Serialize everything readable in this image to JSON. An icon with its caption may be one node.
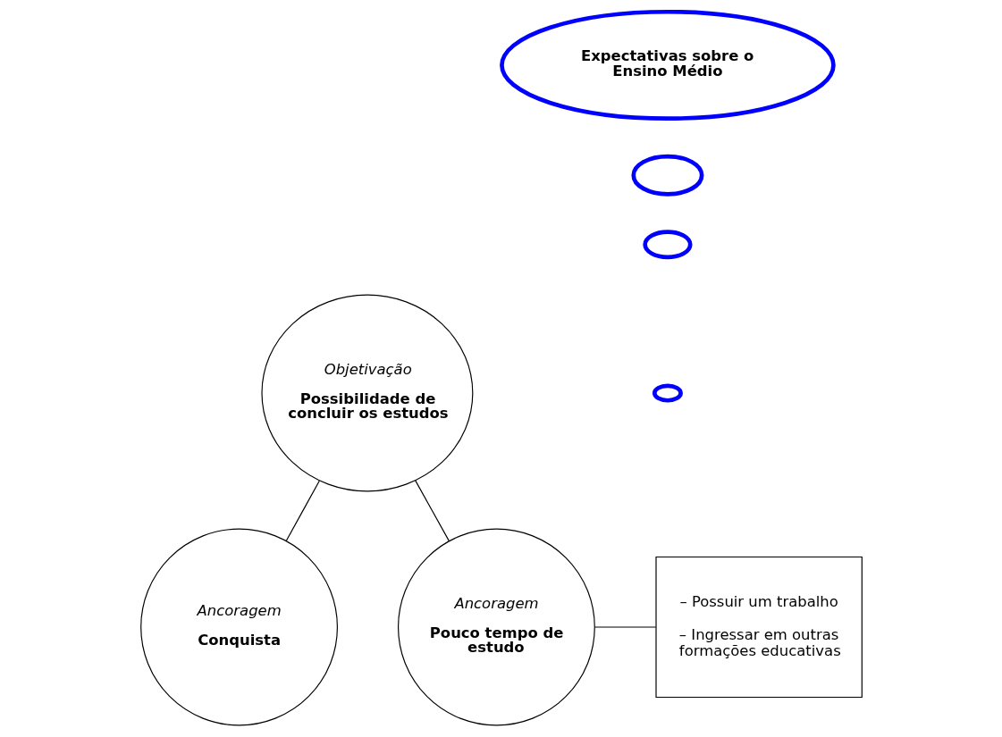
{
  "diagram": {
    "nodes": [
      {
        "text": [
          "Expectativas sobre o Ensino Médio"
        ]
      },
      {
        "text": [],
        "shape": "circle"
      },
      {
        "text": [],
        "shape": "circle"
      },
      {
        "text": [],
        "shape": "circle"
      },
      {
        "text": [
          "Objetivação",
          "Possibilidade de concluir os estudos"
        ]
      },
      {
        "text": [
          "Ancoragem",
          "Conquista"
        ]
      },
      {
        "text": [
          "Ancoragem",
          "Pouco tempo de estudo"
        ]
      },
      {
        "text": [
          "– Possuir um trabalho",
          "– Ingressar em outras formações educativas"
        ]
      }
    ],
    "edges": [
      {
        "from": 4,
        "to": 5,
        "arrow": "none"
      },
      {
        "from": 4,
        "to": 6,
        "arrow": "none"
      },
      {
        "from": 6,
        "to": 7,
        "arrow": "none"
      }
    ]
  }
}
